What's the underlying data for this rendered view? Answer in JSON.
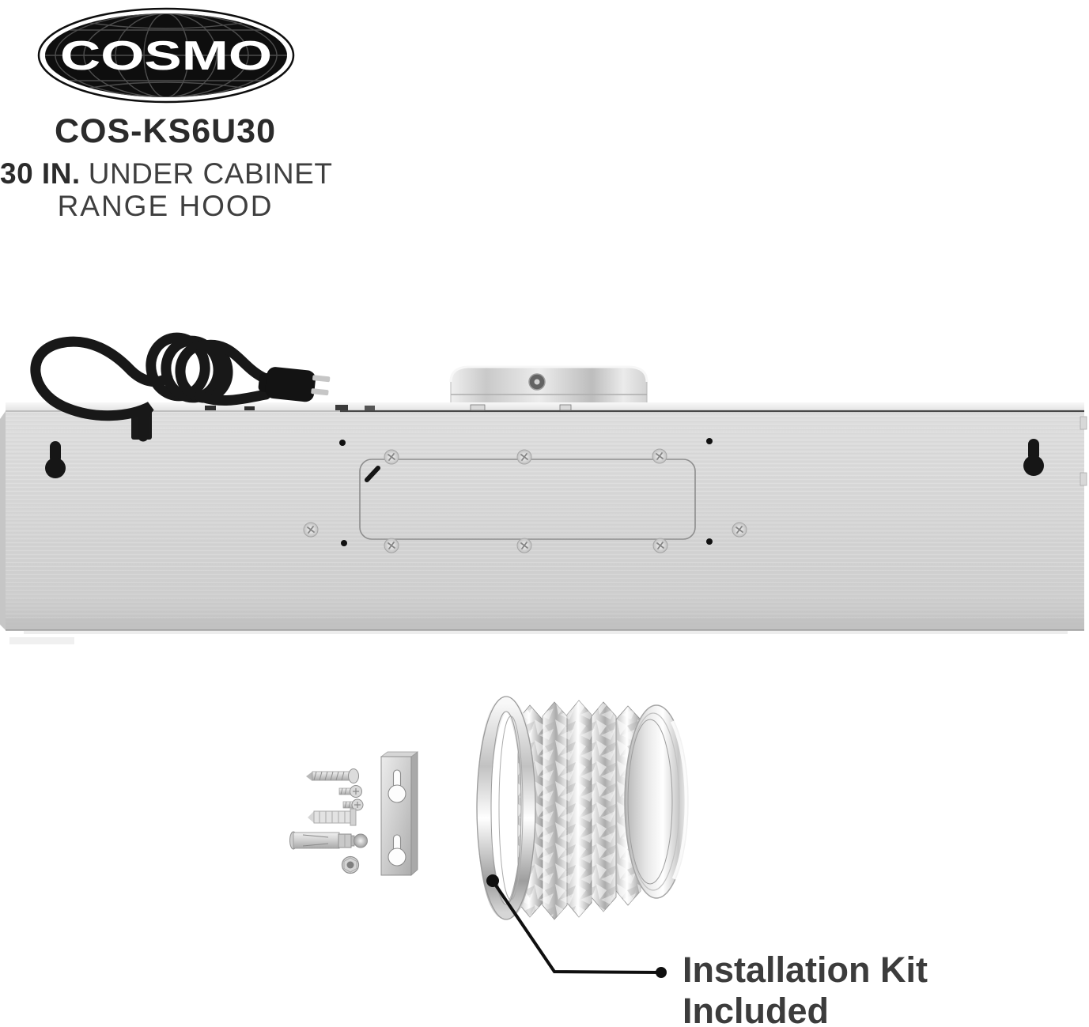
{
  "page": {
    "background": "#ffffff"
  },
  "branding": {
    "logo_text": "COSMO",
    "model": "COS-KS6U30",
    "size_label": "30 IN.",
    "subtitle_line1": "UNDER CABINET",
    "subtitle_line2": "RANGE HOOD",
    "logo_color": "#0e0e0e",
    "logo_text_color": "#ffffff",
    "heading_color": "#2b2b2b",
    "subtitle_color": "#3f3f3f"
  },
  "callout": {
    "line1": "Installation Kit",
    "line2": "Included",
    "text_color": "#3c3c3c",
    "line_color": "#0f0f0f"
  },
  "scene": {
    "hood_steel_color": "#d5d5d5",
    "hood_edge_color": "#454545",
    "cord_color": "#181818",
    "duct_metal_color": "#e8e8e8",
    "objects": [
      "range-hood-back-panel",
      "power-cord-with-plug",
      "round-duct-collar",
      "mounting-keyholes",
      "vent-knockout-outline",
      "panel-screws",
      "installation-hardware-kit",
      "mounting-bracket",
      "flexible-aluminum-duct"
    ]
  }
}
